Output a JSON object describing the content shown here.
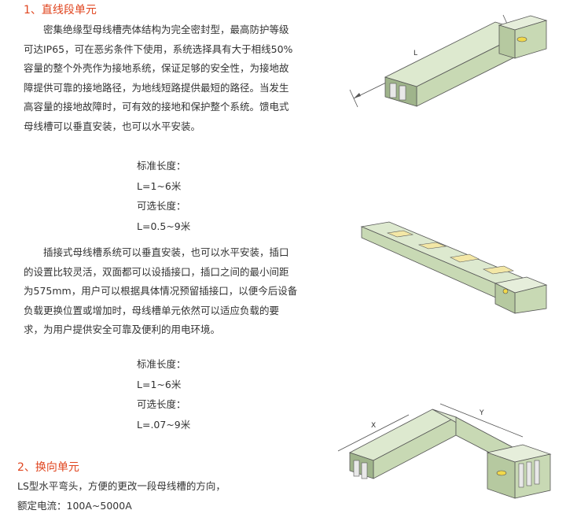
{
  "section1": {
    "heading": "1、直线段单元",
    "lines": [
      "密集绝缘型母线槽壳体结构为完全密封型，最高防护等级",
      "可达IP65，可在恶劣条件下使用，系统选择具有大于相线50%",
      "容量的整个外壳作为接地系统，保证足够的安全性，为接地故",
      "障提供可靠的接地路径，为地线短路提供最短的路径。当发生",
      "高容量的接地故障时，可有效的接地和保护整个系统。馈电式",
      "母线槽可以垂直安装，也可以水平安装。"
    ],
    "spec": [
      "标准长度：",
      "L=1~6米",
      "可选长度：",
      "L=0.5~9米"
    ]
  },
  "section2": {
    "lines": [
      "插接式母线槽系统可以垂直安装，也可以水平安装，插口",
      "的设置比较灵活，双面都可以设插接口，插口之间的最小间距",
      "为575mm，用户可以根据具体情况预留插接口，以便今后设备",
      "负载更换位置或增加时，母线槽单元依然可以适应负载的要",
      "求，为用户提供安全可靠及便利的用电环境。"
    ],
    "spec": [
      "标准长度：",
      "L=1~6米",
      "可选长度：",
      "L=.07~9米"
    ]
  },
  "section3": {
    "heading": "2、换向单元",
    "lines": [
      "LS型水平弯头，方便的更改一段母线槽的方向，",
      "额定电流：100A~5000A"
    ]
  },
  "diagrams": {
    "straight_label": "L",
    "elbow_label_x": "X",
    "elbow_label_y": "Y"
  },
  "colors": {
    "heading": "#e0451f",
    "busway_face": "#c8d9b4",
    "busway_top": "#dde9cf",
    "busway_dark": "#9fb48b",
    "outline": "#555555"
  }
}
